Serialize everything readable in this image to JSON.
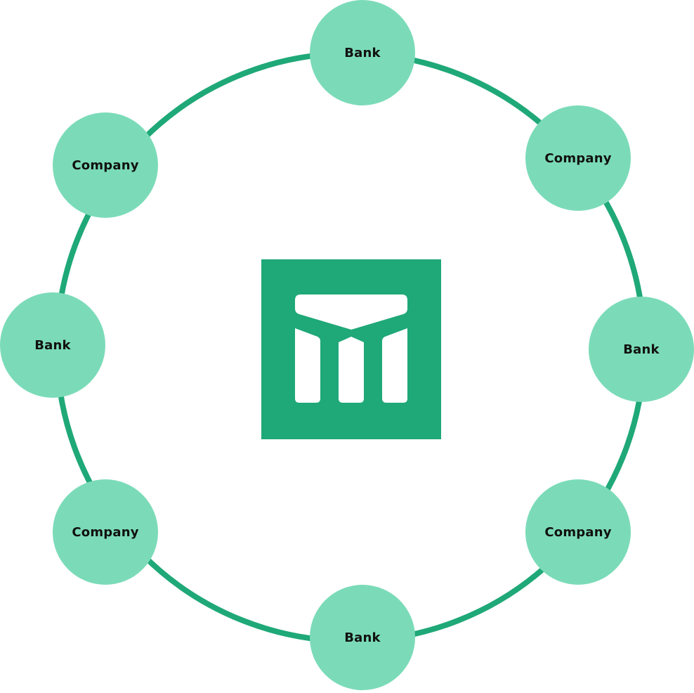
{
  "colors": {
    "ring": "#1fa878",
    "node_fill": "#7bdbb9",
    "logo_background": "#1fa878",
    "logo_mark": "#ffffff",
    "label": "#111111"
  },
  "center": {
    "logo_icon": "bank-columns-logo-icon"
  },
  "nodes": [
    {
      "id": "top",
      "label": "Bank"
    },
    {
      "id": "top-right",
      "label": "Company"
    },
    {
      "id": "right",
      "label": "Bank"
    },
    {
      "id": "bottom-right",
      "label": "Company"
    },
    {
      "id": "bottom",
      "label": "Bank"
    },
    {
      "id": "bottom-left",
      "label": "Company"
    },
    {
      "id": "left",
      "label": "Bank"
    },
    {
      "id": "top-left",
      "label": "Company"
    }
  ]
}
